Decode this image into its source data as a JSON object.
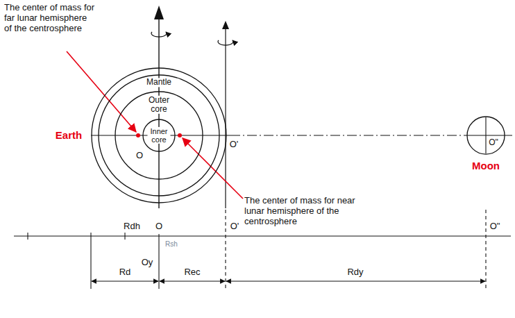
{
  "diagram": {
    "nodes": [
      {
        "text": [
          "Earth"
        ]
      },
      {
        "text": [
          "Mantle"
        ],
        "in": 0
      },
      {
        "text": [
          "Outer core"
        ],
        "in": 1
      },
      {
        "text": [
          "Inner core"
        ],
        "in": 2
      },
      {
        "text": [
          "O\"",
          "Moon"
        ]
      }
    ],
    "labels": [
      "The center of mass for far lunar hemisphere of the centrosphere",
      "O",
      "O'",
      "The center of mass for near lunar hemisphere of the centrosphere",
      "Rdh",
      "O",
      "Rsh",
      "O'",
      "O\"",
      "Oy",
      "Rd",
      "Rec",
      "Rdy"
    ]
  }
}
